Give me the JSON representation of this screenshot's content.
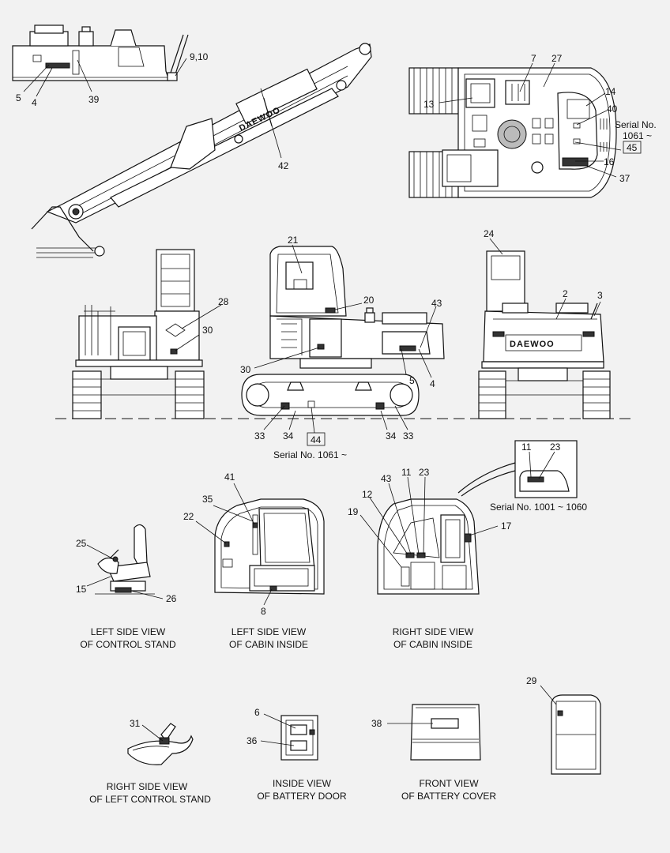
{
  "callouts": {
    "c1": "5",
    "c2": "4",
    "c3": "39",
    "c4": "9,10",
    "c5": "42",
    "c6": "7",
    "c7": "27",
    "c8": "13",
    "c9": "14",
    "c10": "40",
    "c11": "Serial No.",
    "c12": "1061 ~",
    "c13": "45",
    "c14": "16",
    "c15": "37",
    "c16": "28",
    "c17": "30",
    "c18": "21",
    "c19": "20",
    "c20": "43",
    "c21": "30",
    "c22": "5",
    "c23": "4",
    "c24": "24",
    "c25": "2",
    "c26": "3",
    "c27": "33",
    "c28": "34",
    "c29": "44",
    "c30": "34",
    "c31": "33",
    "c32": "Serial No. 1061 ~",
    "c33": "11",
    "c34": "23",
    "c35": "Serial No. 1001 ~ 1060",
    "c36": "41",
    "c37": "35",
    "c38": "22",
    "c39": "8",
    "c40": "43",
    "c41": "11",
    "c42": "23",
    "c43": "12",
    "c44": "19",
    "c45": "17",
    "c46": "25",
    "c47": "15",
    "c48": "26",
    "c49": "6",
    "c50": "36",
    "c51": "38",
    "c52": "29",
    "c53": "31"
  },
  "brand": {
    "boom": "DAEWOO",
    "rear": "DAEWOO"
  },
  "captions": {
    "control_stand_1": "LEFT SIDE VIEW",
    "control_stand_2": "OF CONTROL STAND",
    "cabin_left_1": "LEFT SIDE VIEW",
    "cabin_left_2": "OF CABIN INSIDE",
    "cabin_right_1": "RIGHT SIDE VIEW",
    "cabin_right_2": "OF CABIN INSIDE",
    "left_stand_1": "RIGHT SIDE VIEW",
    "left_stand_2": "OF LEFT CONTROL STAND",
    "battery_door_1": "INSIDE VIEW",
    "battery_door_2": "OF BATTERY DOOR",
    "battery_cover_1": "FRONT VIEW",
    "battery_cover_2": "OF BATTERY COVER"
  }
}
